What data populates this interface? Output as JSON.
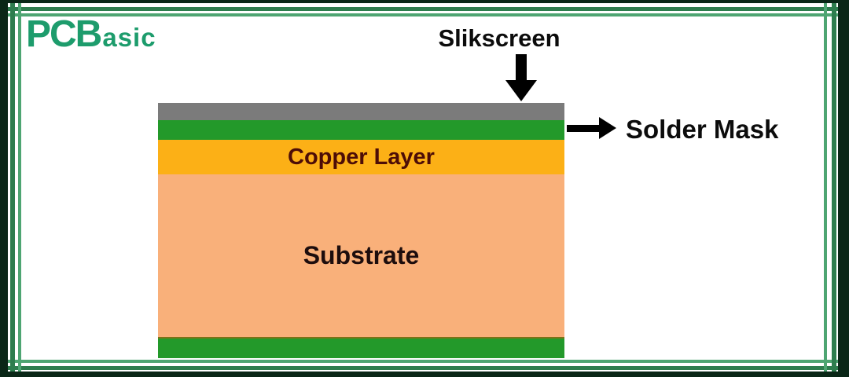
{
  "brand": {
    "logo_prefix": "PCB",
    "logo_suffix": "asic",
    "color": "#1d9c6c"
  },
  "frame": {
    "dark": "#0a2717",
    "medium": "#2e7d4e",
    "light": "#4ea572",
    "background": "#ffffff"
  },
  "diagram": {
    "labels": {
      "silkscreen": "Slikscreen",
      "solder_mask": "Solder Mask"
    },
    "icons": {
      "silkscreen_pointer": "arrow-down-icon",
      "solder_mask_pointer": "arrow-right-icon"
    },
    "arrow_color": "#000000",
    "layers": [
      {
        "id": "silkscreen",
        "color": "#7b7b7b",
        "label": ""
      },
      {
        "id": "solder-mask-top",
        "color": "#23992a",
        "label": ""
      },
      {
        "id": "copper",
        "color": "#fcb016",
        "label": "Copper Layer",
        "label_color": "#4d0d07"
      },
      {
        "id": "substrate",
        "color": "#f9b07a",
        "label": "Substrate",
        "label_color": "#1d0d0d"
      },
      {
        "id": "solder-mask-bottom",
        "color": "#23992a",
        "label": ""
      }
    ]
  }
}
